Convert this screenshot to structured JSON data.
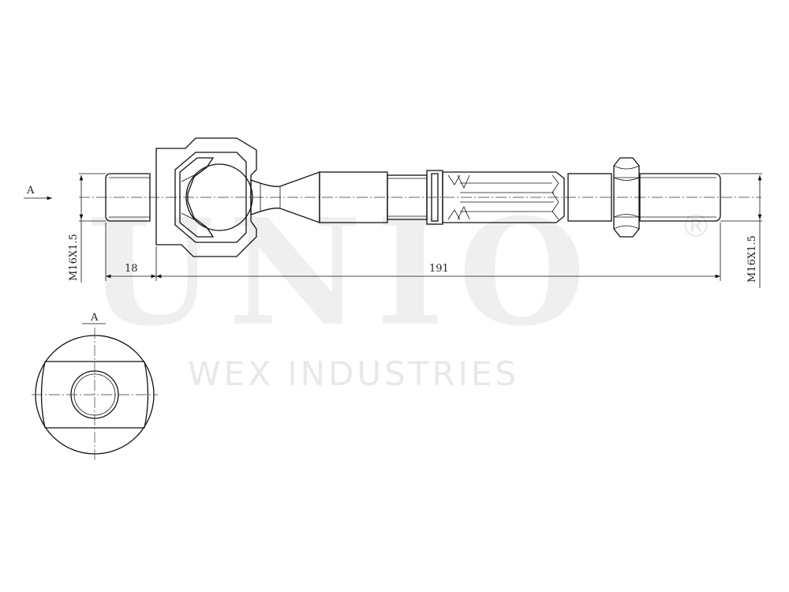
{
  "watermark": {
    "brand": "UNIO",
    "registered": "®",
    "subtitle": "WEX INDUSTRIES"
  },
  "dimensions": {
    "left_length": "18",
    "overall_length": "191",
    "left_thread": "M16X1.5",
    "right_thread": "M16X1.5"
  },
  "section_marker": {
    "side_view_label": "A",
    "end_view_label": "A"
  }
}
